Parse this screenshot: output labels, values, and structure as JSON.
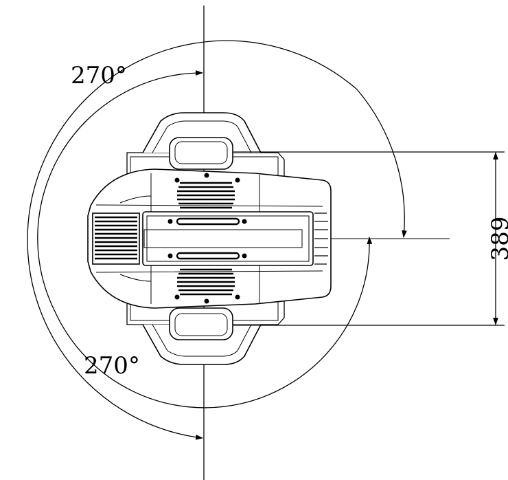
{
  "labels": {
    "upper_angle": "270°",
    "lower_angle": "270°",
    "dimension": "389"
  },
  "colors": {
    "line": "#000000",
    "background": "#ffffff"
  }
}
